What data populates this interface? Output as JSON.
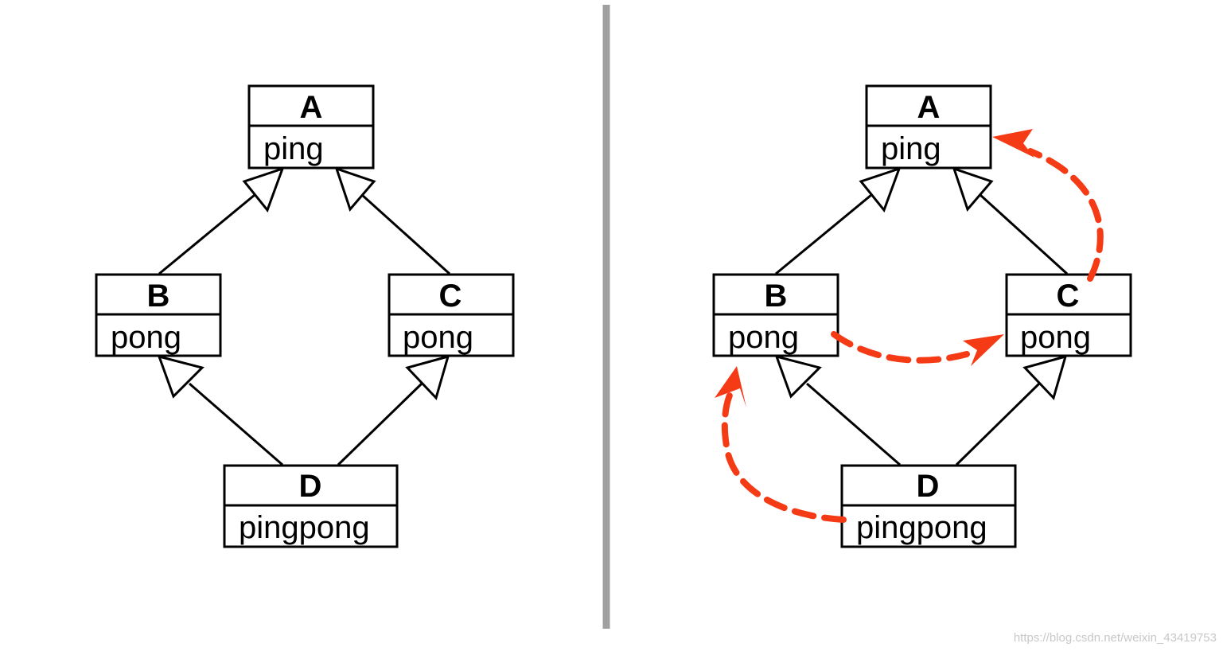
{
  "left_panel": {
    "classes": {
      "A": {
        "name": "A",
        "member": "ping"
      },
      "B": {
        "name": "B",
        "member": "pong"
      },
      "C": {
        "name": "C",
        "member": "pong"
      },
      "D": {
        "name": "D",
        "member": "pingpong"
      }
    },
    "inheritance": [
      {
        "from": "B",
        "to": "A"
      },
      {
        "from": "C",
        "to": "A"
      },
      {
        "from": "D",
        "to": "B"
      },
      {
        "from": "D",
        "to": "C"
      }
    ]
  },
  "right_panel": {
    "classes": {
      "A": {
        "name": "A",
        "member": "ping"
      },
      "B": {
        "name": "B",
        "member": "pong"
      },
      "C": {
        "name": "C",
        "member": "pong"
      },
      "D": {
        "name": "D",
        "member": "pingpong"
      }
    },
    "inheritance": [
      {
        "from": "B",
        "to": "A"
      },
      {
        "from": "C",
        "to": "A"
      },
      {
        "from": "D",
        "to": "B"
      },
      {
        "from": "D",
        "to": "C"
      }
    ],
    "mro_path": [
      "D",
      "B",
      "C",
      "A"
    ]
  },
  "colors": {
    "divider": "#a0a0a0",
    "mro_arrow": "#f53a16",
    "box_stroke": "#000000"
  },
  "watermark": "https://blog.csdn.net/weixin_43419753"
}
